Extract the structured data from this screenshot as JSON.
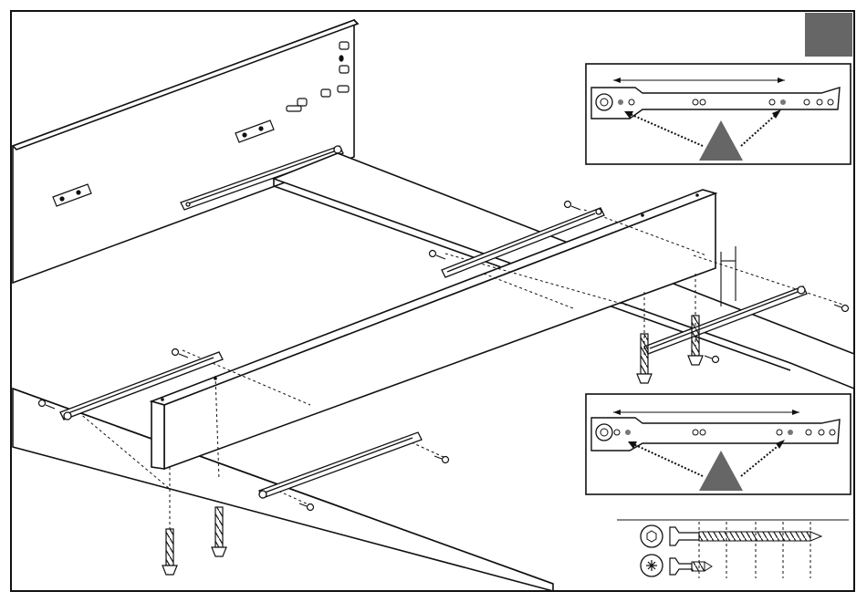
{
  "diagram": {
    "kind": "assembly-instruction",
    "step_marker": {
      "color": "#666666"
    },
    "colors": {
      "line": "#111111",
      "panel_fill": "#ffffff",
      "arrow_fill": "#666666",
      "frame": "#111111"
    },
    "insets": [
      {
        "id": "rail-detail-top",
        "icon": "slide-rail-icon"
      },
      {
        "id": "rail-detail-bottom",
        "icon": "slide-rail-icon"
      }
    ],
    "fastener_legend": [
      {
        "icon": "hex-head-icon",
        "type": "long-screw"
      },
      {
        "icon": "pozi-head-icon",
        "type": "short-screw"
      }
    ]
  }
}
